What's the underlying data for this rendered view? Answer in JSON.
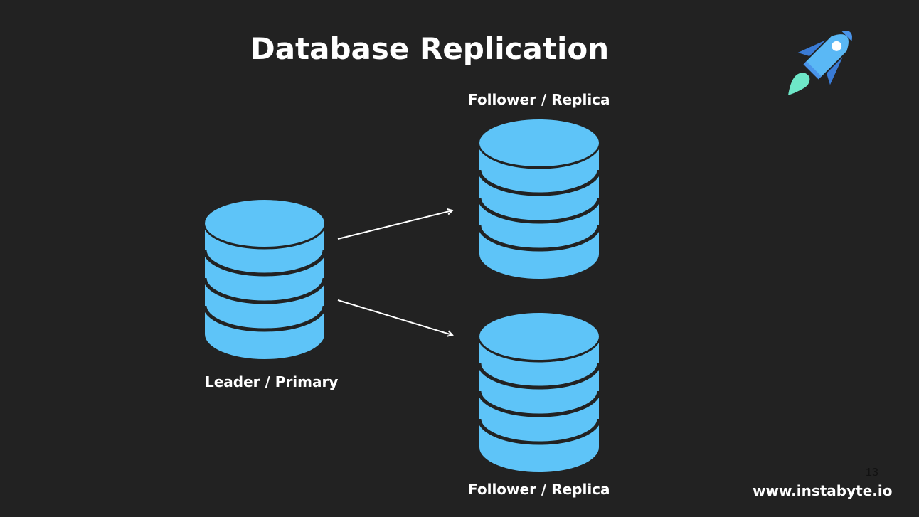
{
  "slide": {
    "title": "Database Replication",
    "page_number": "13",
    "website": "www.instabyte.io",
    "logo_icon": "rocket-icon"
  },
  "nodes": {
    "leader": {
      "label": "Leader / Primary",
      "icon": "database-icon"
    },
    "follower_top": {
      "label": "Follower / Replica",
      "icon": "database-icon"
    },
    "follower_bottom": {
      "label": "Follower / Replica",
      "icon": "database-icon"
    }
  },
  "edges": [
    {
      "from": "leader",
      "to": "follower_top"
    },
    {
      "from": "leader",
      "to": "follower_bottom"
    }
  ],
  "colors": {
    "background": "#222222",
    "database": "#5ec4f8",
    "arrow": "#ffffff",
    "rocket_body": "#5ab8f5",
    "rocket_fins": "#3a7bd5",
    "rocket_flame": "#6ee7c8"
  }
}
